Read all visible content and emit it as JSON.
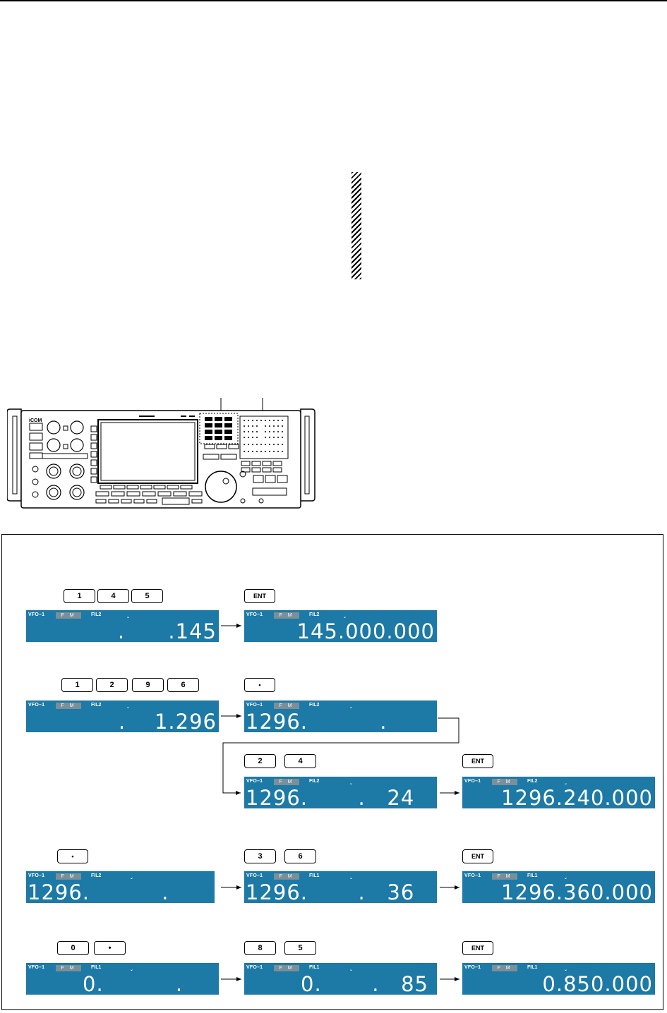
{
  "keys": {
    "ex1_a": [
      "1",
      "4",
      "5"
    ],
    "ex1_b": "ENT",
    "ex2_a": [
      "1",
      "2",
      "9",
      "6"
    ],
    "ex2_b": "•",
    "ex2_c": [
      "2",
      "4"
    ],
    "ex2_d": "ENT",
    "ex3_a": "•",
    "ex3_b": [
      "3",
      "6"
    ],
    "ex3_c": "ENT",
    "ex4_a": [
      "0",
      "•"
    ],
    "ex4_b": [
      "8",
      "5"
    ],
    "ex4_c": "ENT"
  },
  "radio": {
    "brand": "iCOM"
  },
  "displays": {
    "d1": {
      "vfo": "VFO–1",
      "mode": "F M",
      "fil": "FIL2",
      "freq": ".      .145"
    },
    "d2": {
      "vfo": "VFO–1",
      "mode": "F M",
      "fil": "FIL2",
      "freq": "145.000.000"
    },
    "d3": {
      "vfo": "VFO–1",
      "mode": "F M",
      "fil": "FIL2",
      "freq": ".    1.296"
    },
    "d4": {
      "vfo": "VFO–1",
      "mode": "F M",
      "fil": "FIL2",
      "freq": "1296.          .   "
    },
    "d5": {
      "vfo": "VFO–1",
      "mode": "F M",
      "fil": "FIL2",
      "freq": "1296.       .   24"
    },
    "d6": {
      "vfo": "VFO–1",
      "mode": "F M",
      "fil": "FIL2",
      "freq": "1296.240.000"
    },
    "d7": {
      "vfo": "VFO–1",
      "mode": "F M",
      "fil": "FIL2",
      "freq": "1296.          .   "
    },
    "d8": {
      "vfo": "VFO–1",
      "mode": "F M",
      "fil": "FIL1",
      "freq": "1296.       .   36"
    },
    "d9": {
      "vfo": "VFO–1",
      "mode": "F M",
      "fil": "FIL1",
      "freq": "1296.360.000"
    },
    "d10": {
      "vfo": "VFO–1",
      "mode": "F M",
      "fil": "FIL1",
      "freq": "0.          .   "
    },
    "d11": {
      "vfo": "VFO–1",
      "mode": "F M",
      "fil": "FIL1",
      "freq": "0.       .   85"
    },
    "d12": {
      "vfo": "VFO–1",
      "mode": "F M",
      "fil": "FIL1",
      "freq": "0.850.000"
    }
  }
}
